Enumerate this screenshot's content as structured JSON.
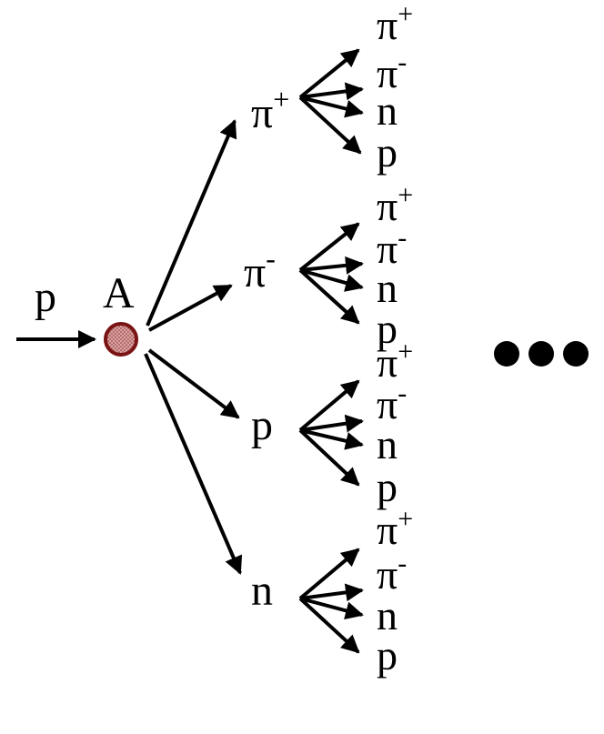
{
  "incoming": {
    "label": "p"
  },
  "target": {
    "label": "A",
    "color": "#c03a3a",
    "stroke": "#7a1414"
  },
  "first_generation": [
    {
      "base": "π",
      "charge": "+"
    },
    {
      "base": "π",
      "charge": "-"
    },
    {
      "base": "p",
      "charge": ""
    },
    {
      "base": "n",
      "charge": ""
    }
  ],
  "second_generation": [
    {
      "base": "π",
      "charge": "+"
    },
    {
      "base": "π",
      "charge": "-"
    },
    {
      "base": "n",
      "charge": ""
    },
    {
      "base": "p",
      "charge": ""
    }
  ],
  "continuation": {
    "dots": 3
  },
  "colors": {
    "ink": "#000000",
    "target_fill": "#c03a3a"
  }
}
